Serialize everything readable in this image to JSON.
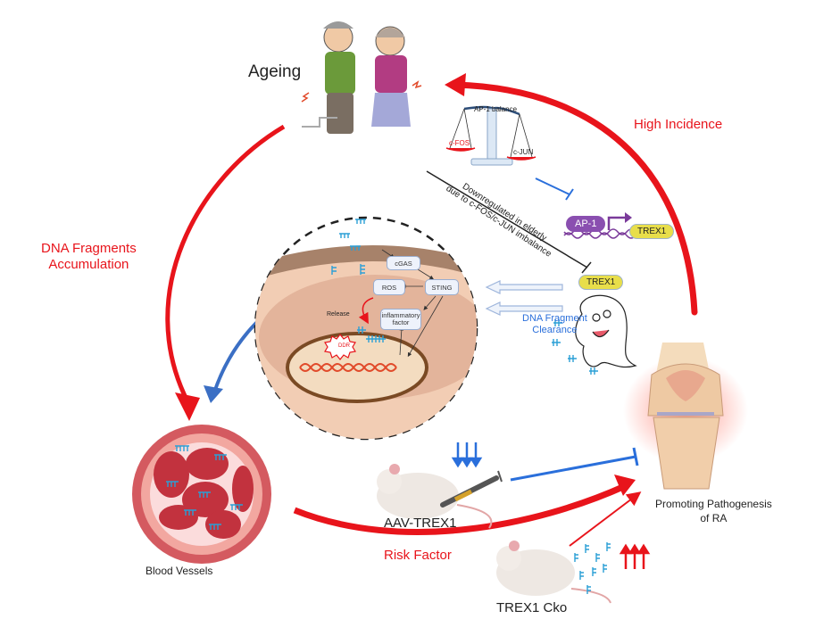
{
  "labels": {
    "ageing": "Ageing",
    "high_incidence": "High Incidence",
    "dna_fragments_line1": "DNA Fragments",
    "dna_fragments_line2": "Accumulation",
    "downregulated_line1": "Downregulated in elderly",
    "downregulated_line2": "due to c-FOS/c-JUN imbalance",
    "dna_clearance_line1": "DNA Fragment",
    "dna_clearance_line2": "Clearance",
    "promoting_line1": "Promoting Pathogenesis",
    "promoting_line2": "of RA",
    "blood_vessels": "Blood Vessels",
    "aav_trex1": "AAV-TREX1",
    "risk_factor": "Risk Factor",
    "trex1_cko": "TREX1 Cko"
  },
  "balance": {
    "title": "AP-1  balance",
    "left": "c-FOS",
    "right": "c-JUN"
  },
  "gene": {
    "ap1": "AP-1",
    "trex1": "TREX1"
  },
  "trex1_ghost": "TREX1",
  "cell": {
    "cgas": "cGAS",
    "sting": "STING",
    "ros": "ROS",
    "inflammatory_line1": "inflammatory",
    "inflammatory_line2": "factor",
    "release": "Release",
    "ddr": "DDR"
  },
  "colors": {
    "red_arrow": "#e8141b",
    "blue_arrow": "#2a6fdb",
    "trex1_pill": "#e8de4a",
    "ap1_pill": "#8a4fb0"
  }
}
